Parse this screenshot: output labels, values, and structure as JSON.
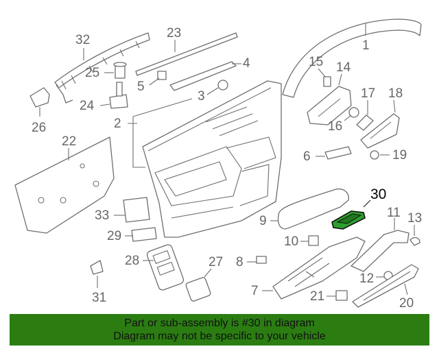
{
  "diagram": {
    "callouts": {
      "c1": "1",
      "c2": "2",
      "c3": "3",
      "c4": "4",
      "c5": "5",
      "c6": "6",
      "c7": "7",
      "c8": "8",
      "c9": "9",
      "c10": "10",
      "c11": "11",
      "c12": "12",
      "c13": "13",
      "c14": "14",
      "c15": "15",
      "c16": "16",
      "c17": "17",
      "c18": "18",
      "c19": "19",
      "c20": "20",
      "c21": "21",
      "c22": "22",
      "c23": "23",
      "c24": "24",
      "c25": "25",
      "c26": "26",
      "c27": "27",
      "c28": "28",
      "c29": "29",
      "c30": "30",
      "c31": "31",
      "c32": "32",
      "c33": "33"
    },
    "highlight_color": "#2f9e2f"
  },
  "footer": {
    "line1": "Part or sub-assembly is #30 in diagram",
    "line2": "Diagram may not be specific to your vehicle",
    "background": "#2b7d12"
  }
}
